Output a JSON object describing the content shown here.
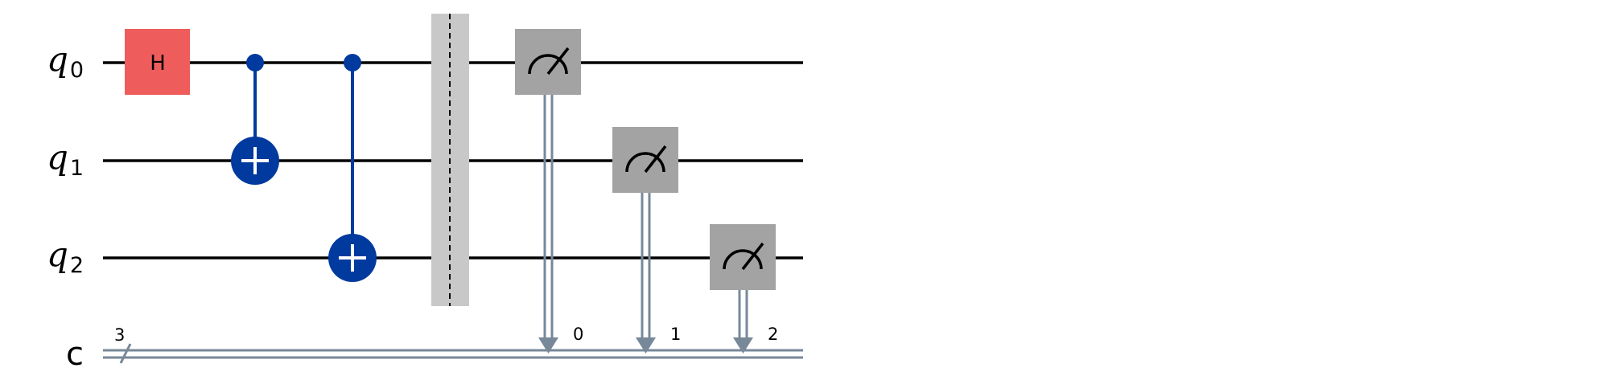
{
  "circuit": {
    "qubits": [
      {
        "symbol": "q",
        "index": "0"
      },
      {
        "symbol": "q",
        "index": "1"
      },
      {
        "symbol": "q",
        "index": "2"
      }
    ],
    "classical_register": {
      "label": "c",
      "size": "3",
      "bits": [
        "0",
        "1",
        "2"
      ]
    },
    "gates": {
      "hadamard": {
        "label": "H",
        "qubit": 0,
        "color": "#ef5c5c"
      },
      "cnots": [
        {
          "control": 0,
          "target": 1
        },
        {
          "control": 0,
          "target": 2
        }
      ],
      "barrier": {
        "qubits": [
          0,
          1,
          2
        ]
      },
      "measurements": [
        {
          "qubit": 0,
          "clbit": 0
        },
        {
          "qubit": 1,
          "clbit": 1
        },
        {
          "qubit": 2,
          "clbit": 2
        }
      ]
    },
    "colors": {
      "wire": "#000000",
      "cnot": "#003a9e",
      "measure_box": "#a3a3a3",
      "classical": "#778899",
      "barrier": "#c8c8c8"
    }
  }
}
